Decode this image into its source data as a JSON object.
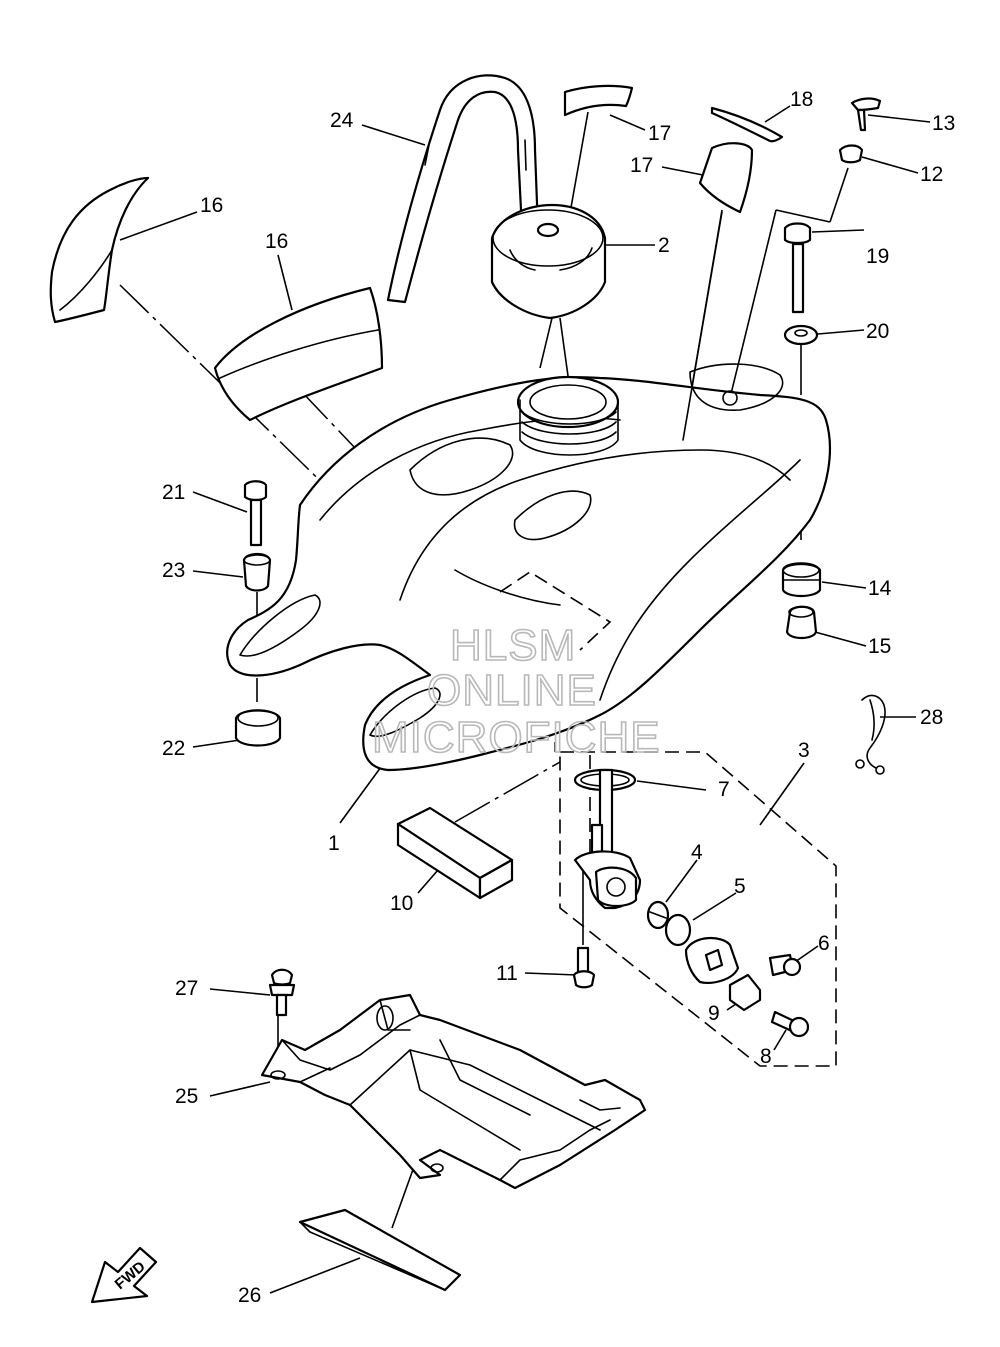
{
  "watermark": {
    "line1": "HLSM",
    "line2": "ONLINE",
    "line3": "MICROFICHE"
  },
  "fwd_arrow": {
    "label": "FWD"
  },
  "callouts": [
    {
      "id": "1",
      "label": "1"
    },
    {
      "id": "2",
      "label": "2"
    },
    {
      "id": "3",
      "label": "3"
    },
    {
      "id": "4",
      "label": "4"
    },
    {
      "id": "5",
      "label": "5"
    },
    {
      "id": "6",
      "label": "6"
    },
    {
      "id": "7",
      "label": "7"
    },
    {
      "id": "8",
      "label": "8"
    },
    {
      "id": "9",
      "label": "9"
    },
    {
      "id": "10",
      "label": "10"
    },
    {
      "id": "11",
      "label": "11"
    },
    {
      "id": "12",
      "label": "12"
    },
    {
      "id": "13",
      "label": "13"
    },
    {
      "id": "14",
      "label": "14"
    },
    {
      "id": "15",
      "label": "15"
    },
    {
      "id": "16a",
      "label": "16"
    },
    {
      "id": "16b",
      "label": "16"
    },
    {
      "id": "17a",
      "label": "17"
    },
    {
      "id": "17b",
      "label": "17"
    },
    {
      "id": "18",
      "label": "18"
    },
    {
      "id": "19",
      "label": "19"
    },
    {
      "id": "20",
      "label": "20"
    },
    {
      "id": "21",
      "label": "21"
    },
    {
      "id": "22",
      "label": "22"
    },
    {
      "id": "23",
      "label": "23"
    },
    {
      "id": "24",
      "label": "24"
    },
    {
      "id": "25",
      "label": "25"
    },
    {
      "id": "26",
      "label": "26"
    },
    {
      "id": "27",
      "label": "27"
    },
    {
      "id": "28",
      "label": "28"
    }
  ]
}
